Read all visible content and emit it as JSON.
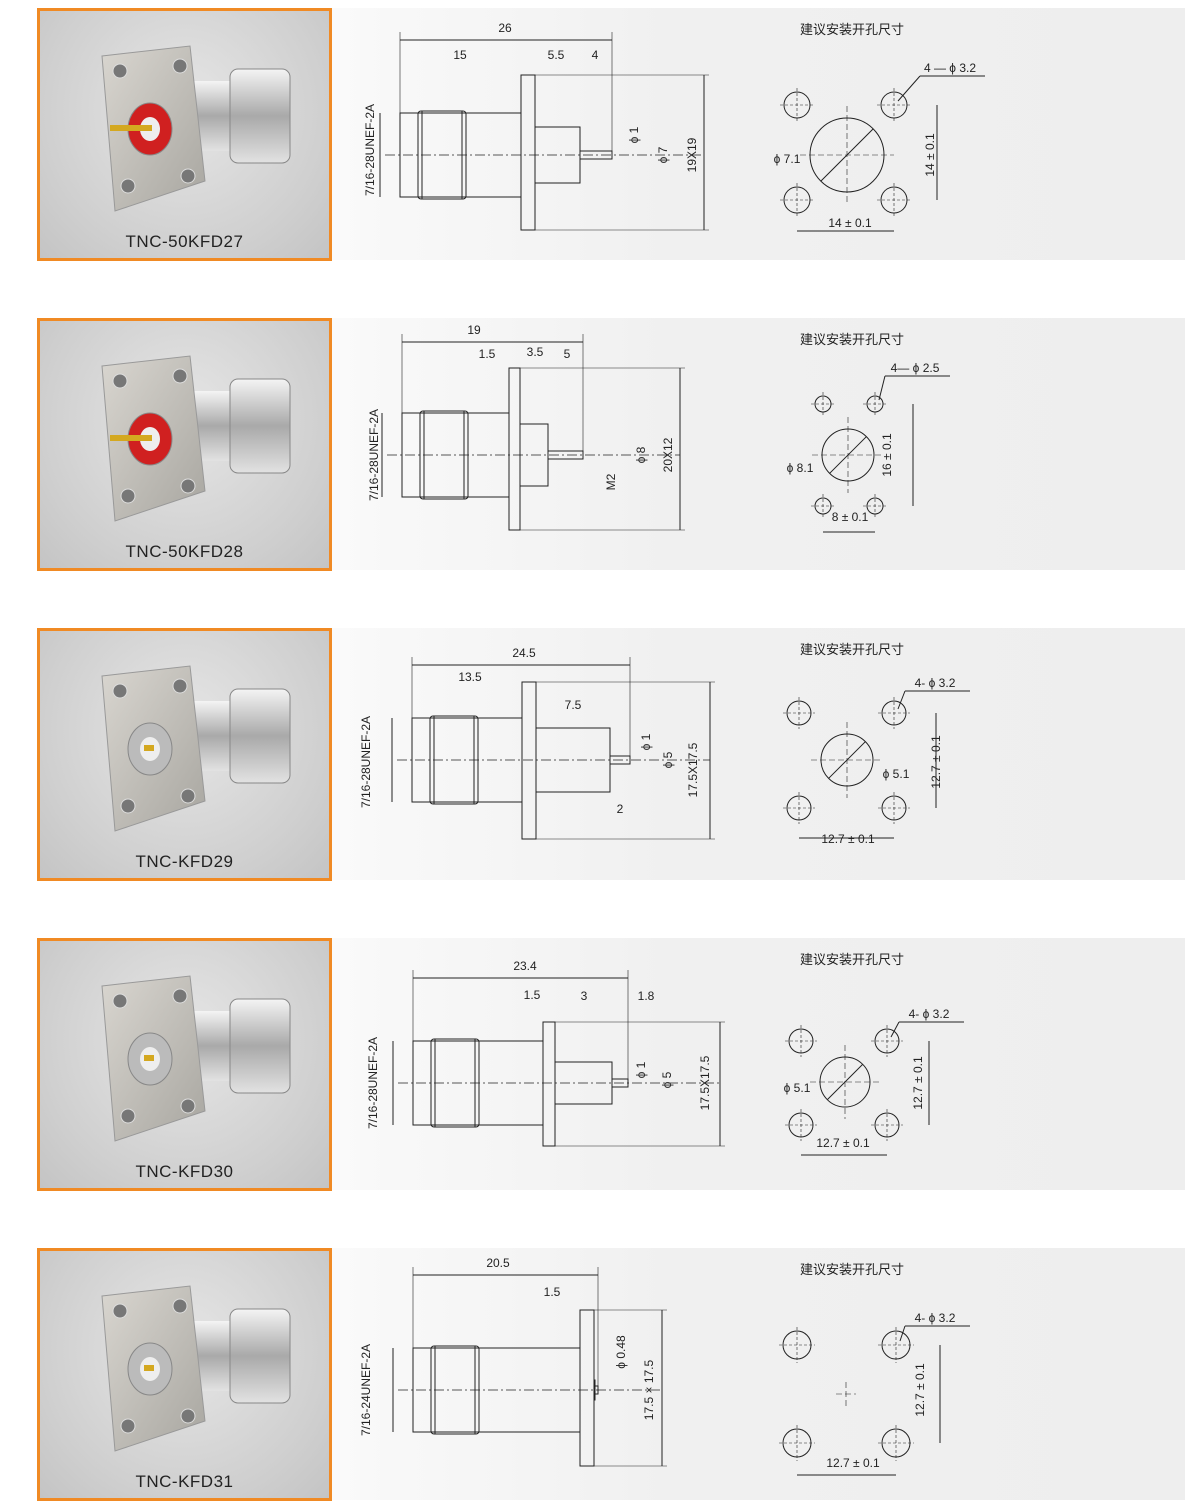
{
  "hole_title": "建议安装开孔尺寸",
  "colors": {
    "accent_border": "#f08a24",
    "line": "#222222"
  },
  "products": [
    {
      "name": "TNC-50KFD27",
      "thread": "7/16-28UNEF-2A",
      "dims": [
        "26",
        "15",
        "5.5",
        "4",
        "ϕ 1",
        "ϕ 7",
        "19X19"
      ],
      "holes": {
        "count_dia": "4 — ϕ 3.2",
        "center_dia": "ϕ 7.1",
        "vertical": "14 ± 0.1",
        "horizontal": "14 ± 0.1"
      }
    },
    {
      "name": "TNC-50KFD28",
      "thread": "7/16-28UNEF-2A",
      "dims": [
        "19",
        "1.5",
        "3.5",
        "5",
        "ϕ 8",
        "M2",
        "20X12"
      ],
      "holes": {
        "count_dia": "4— ϕ 2.5",
        "center_dia": "ϕ 8.1",
        "vertical": "16 ± 0.1",
        "horizontal": "8 ± 0.1"
      }
    },
    {
      "name": "TNC-KFD29",
      "thread": "7/16-28UNEF-2A",
      "dims": [
        "24.5",
        "13.5",
        "7.5",
        "ϕ 1",
        "ϕ 5",
        "2",
        "17.5X17.5"
      ],
      "holes": {
        "count_dia": "4- ϕ 3.2",
        "center_dia": "ϕ 5.1",
        "vertical": "12.7 ± 0.1",
        "horizontal": "12.7 ± 0.1"
      }
    },
    {
      "name": "TNC-KFD30",
      "thread": "7/16-28UNEF-2A",
      "dims": [
        "23.4",
        "1.5",
        "3",
        "1.8",
        "ϕ 1",
        "ϕ 5",
        "17.5X17.5"
      ],
      "holes": {
        "count_dia": "4- ϕ 3.2",
        "center_dia": "ϕ 5.1",
        "vertical": "12.7 ± 0.1",
        "horizontal": "12.7 ± 0.1"
      }
    },
    {
      "name": "TNC-KFD31",
      "thread": "7/16-24UNEF-2A",
      "dims": [
        "20.5",
        "1.5",
        "ϕ 0.48",
        "17.5 × 17.5"
      ],
      "holes": {
        "count_dia": "4- ϕ 3.2",
        "vertical": "12.7 ± 0.1",
        "horizontal": "12.7 ± 0.1"
      }
    }
  ]
}
